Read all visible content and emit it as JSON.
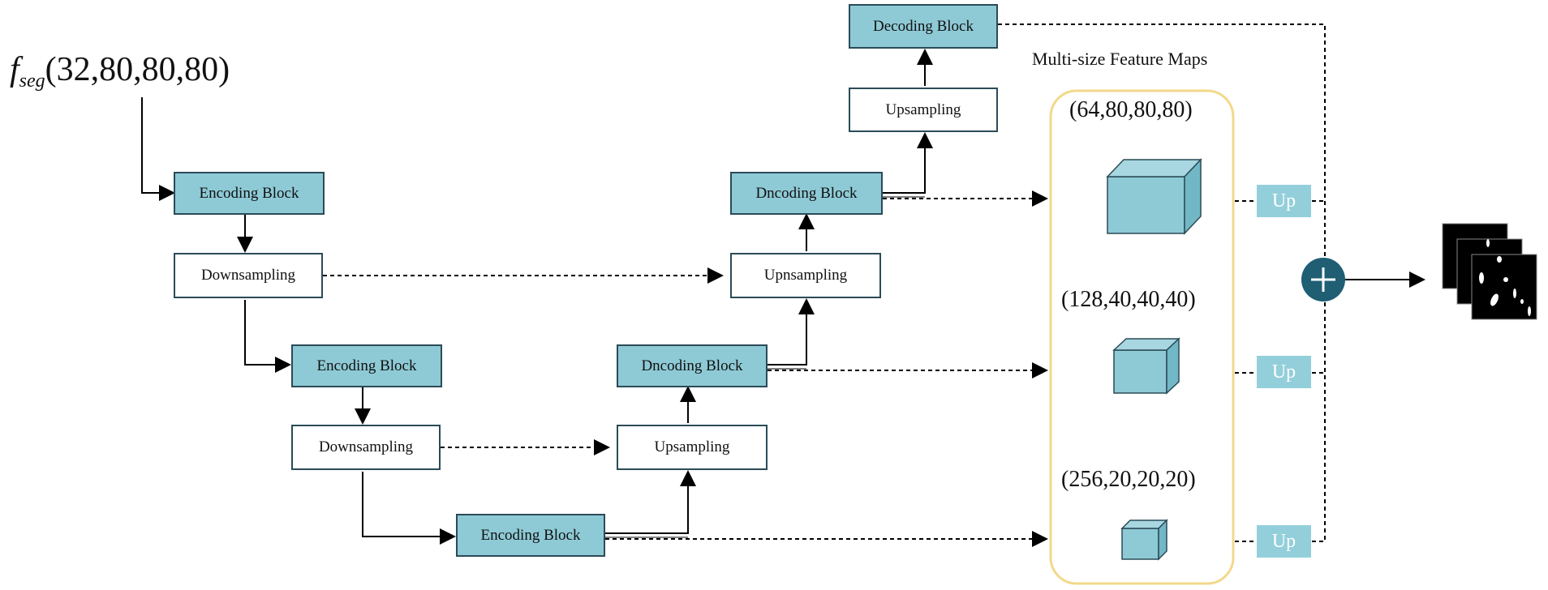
{
  "input": {
    "f": "f",
    "sub": "seg",
    "shape": "(32,80,80,80)"
  },
  "blocks": {
    "enc1": "Encoding Block",
    "down1": "Downsampling",
    "enc2": "Encoding Block",
    "down2": "Downsampling",
    "enc3": "Encoding Block",
    "up_a": "Upsampling",
    "dec_a": "Dncoding Block",
    "up_b": "Upnsampling",
    "dec_b": "Dncoding Block",
    "up_c": "Upsampling",
    "dec_c": "Decoding Block"
  },
  "feature_maps": {
    "title": "Multi-size Feature Maps",
    "shapes": [
      "(64,80,80,80)",
      "(128,40,40,40)",
      "(256,20,20,20)"
    ]
  },
  "up_label": "Up",
  "colors": {
    "block_fill": "#8ecad6",
    "border": "#2a4b57",
    "panel_border": "#f2d98a",
    "plus_fill": "#1f5e73"
  }
}
